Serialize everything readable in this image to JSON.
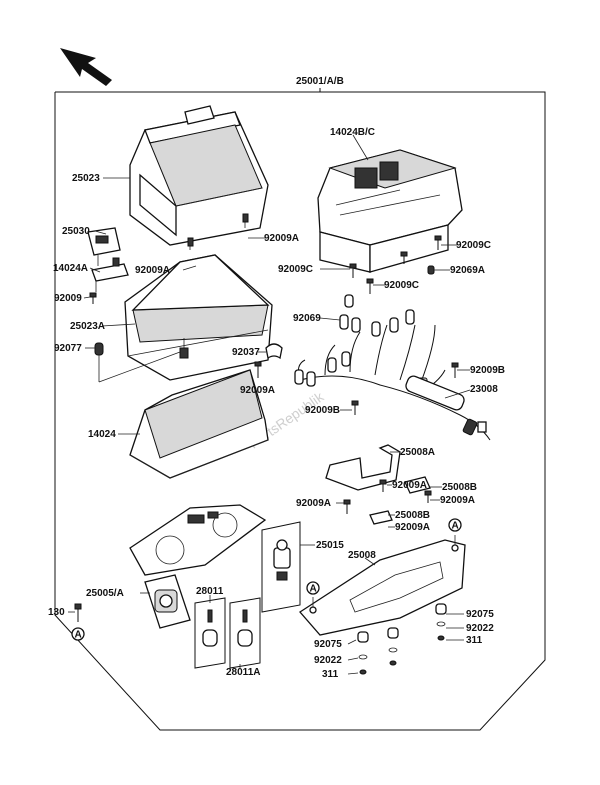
{
  "watermark": "PartsRepublik",
  "labels": {
    "l25001": "25001/A/B",
    "l14024bc": "14024B/C",
    "l25023": "25023",
    "l25030": "25030",
    "l14024a": "14024A",
    "l92009": "92009",
    "l92009a_1": "92009A",
    "l92009a_2": "92009A",
    "l25023a": "25023A",
    "l92077": "92077",
    "l92009c_1": "92009C",
    "l92009c_2": "92009C",
    "l92009c_3": "92009C",
    "l92069a": "92069A",
    "l92069": "92069",
    "l92037": "92037",
    "l92009a_3": "92009A",
    "l92009b_1": "92009B",
    "l92009b_2": "92009B",
    "l23008": "23008",
    "l14024": "14024",
    "l25008a": "25008A",
    "l92009a_4": "92009A",
    "l25008b_1": "25008B",
    "l92009a_5": "92009A",
    "l92009a_6": "92009A",
    "l25008b_2": "25008B",
    "l92009a_7": "92009A",
    "l25015": "25015",
    "l25008": "25008",
    "l25005a": "25005/A",
    "l28011": "28011",
    "l28011a": "28011A",
    "l130": "130",
    "l92075_1": "92075",
    "l92022_1": "92022",
    "l311_1": "311",
    "l92075_2": "92075",
    "l92022_2": "92022",
    "l311_2": "311",
    "refA": "A"
  }
}
